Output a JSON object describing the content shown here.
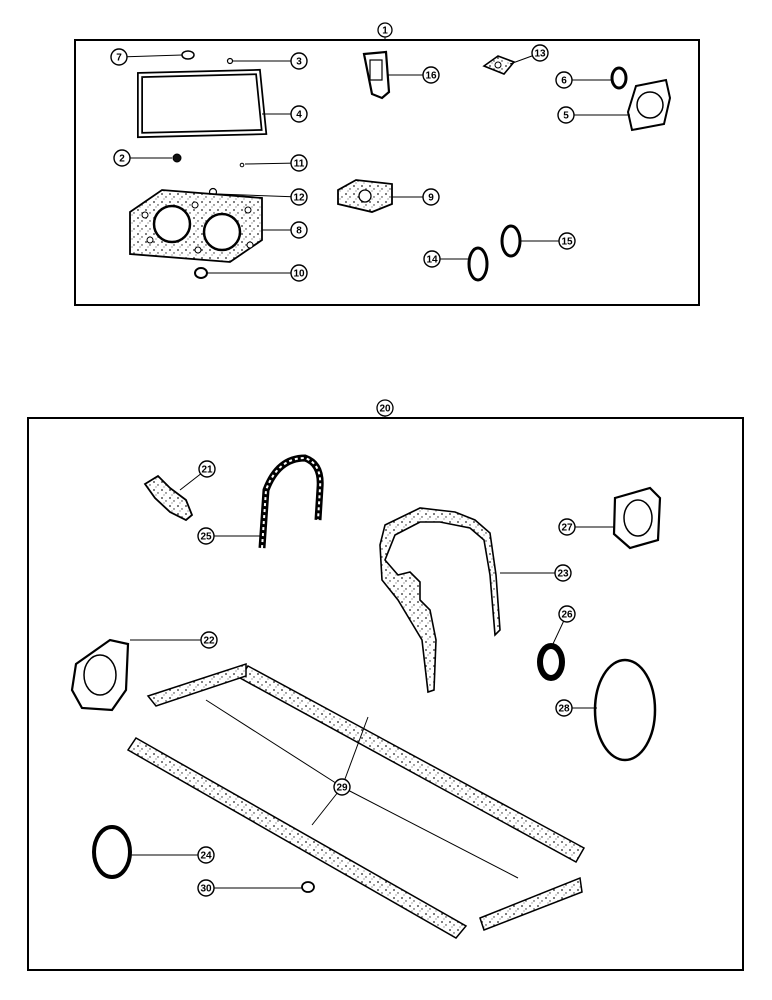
{
  "kits": [
    {
      "number": "1",
      "callouts": [
        {
          "key": "c7",
          "label": "7"
        },
        {
          "key": "c3",
          "label": "3"
        },
        {
          "key": "c4",
          "label": "4"
        },
        {
          "key": "c2",
          "label": "2"
        },
        {
          "key": "c11",
          "label": "11"
        },
        {
          "key": "c12",
          "label": "12"
        },
        {
          "key": "c8",
          "label": "8"
        },
        {
          "key": "c10",
          "label": "10"
        },
        {
          "key": "c16",
          "label": "16"
        },
        {
          "key": "c9",
          "label": "9"
        },
        {
          "key": "c13",
          "label": "13"
        },
        {
          "key": "c6",
          "label": "6"
        },
        {
          "key": "c5",
          "label": "5"
        },
        {
          "key": "c14",
          "label": "14"
        },
        {
          "key": "c15",
          "label": "15"
        }
      ]
    },
    {
      "number": "20",
      "callouts": [
        {
          "key": "c21",
          "label": "21"
        },
        {
          "key": "c25",
          "label": "25"
        },
        {
          "key": "c23",
          "label": "23"
        },
        {
          "key": "c27",
          "label": "27"
        },
        {
          "key": "c26",
          "label": "26"
        },
        {
          "key": "c22",
          "label": "22"
        },
        {
          "key": "c28",
          "label": "28"
        },
        {
          "key": "c29",
          "label": "29"
        },
        {
          "key": "c24",
          "label": "24"
        },
        {
          "key": "c30",
          "label": "30"
        }
      ]
    }
  ]
}
